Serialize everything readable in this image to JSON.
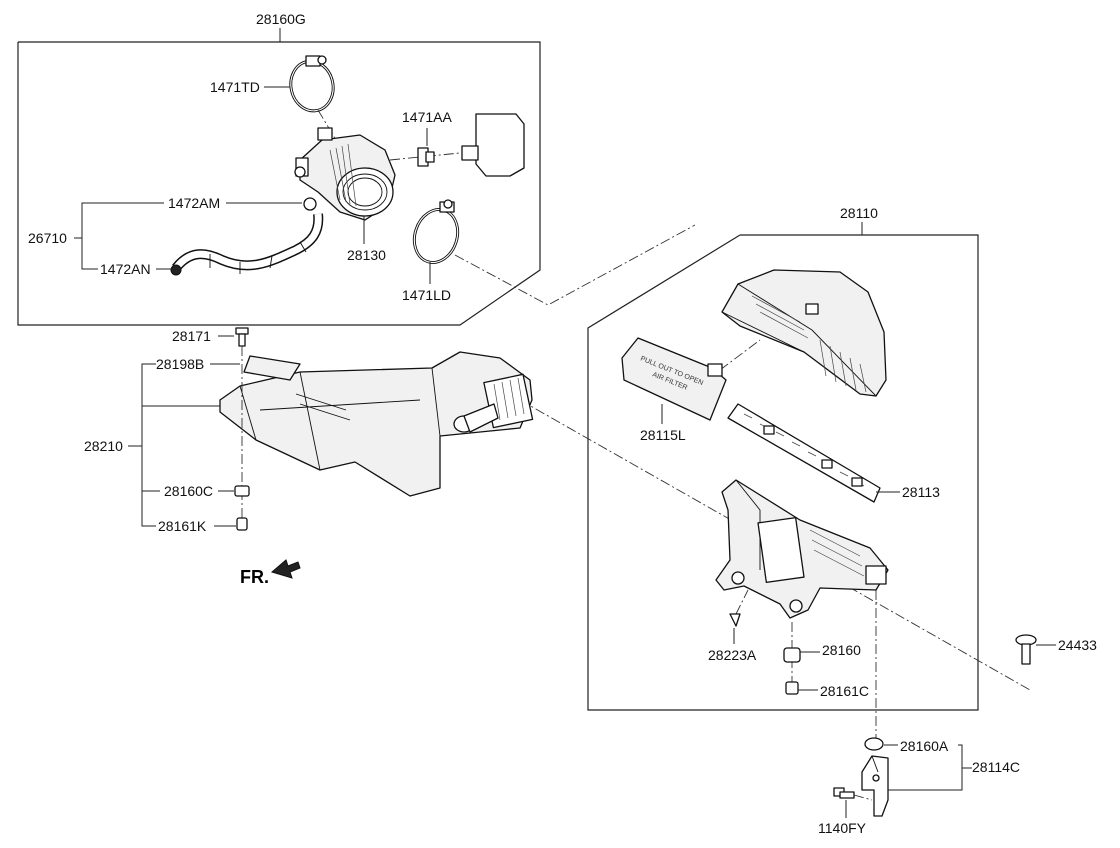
{
  "labels": {
    "p28160G": "28160G",
    "p1471TD": "1471TD",
    "p1471AA": "1471AA",
    "p1472AM": "1472AM",
    "p26710": "26710",
    "p1472AN": "1472AN",
    "p28130": "28130",
    "p1471LD": "1471LD",
    "p28110": "28110",
    "p28171": "28171",
    "p28198B": "28198B",
    "p28210": "28210",
    "p28160C": "28160C",
    "p28161K": "28161K",
    "p28115L": "28115L",
    "p28113": "28113",
    "p28223A": "28223A",
    "p28160": "28160",
    "p28161C": "28161C",
    "p24433": "24433",
    "p28160A": "28160A",
    "p28114C": "28114C",
    "p1140FY": "1140FY",
    "front": "FR."
  },
  "cover_text": {
    "line1": "PULL OUT TO OPEN",
    "line2": "AIR FILTER"
  }
}
